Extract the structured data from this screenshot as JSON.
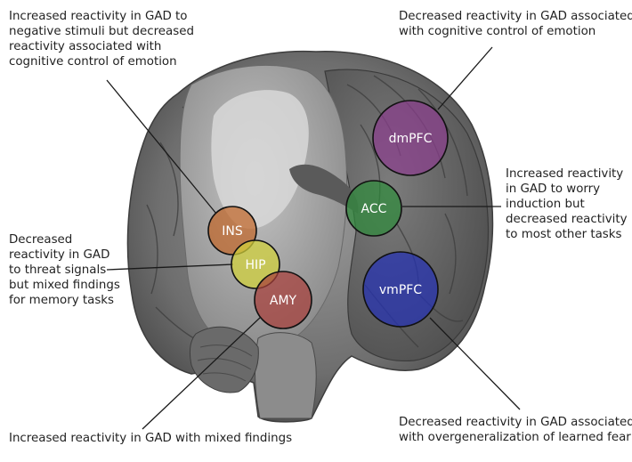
{
  "regions": [
    {
      "id": "dmpfc",
      "label": "dmPFC",
      "color": "#8b3f8e"
    },
    {
      "id": "acc",
      "label": "ACC",
      "color": "#2f8a3b"
    },
    {
      "id": "ins",
      "label": "INS",
      "color": "#c0662a"
    },
    {
      "id": "hip",
      "label": "HIP",
      "color": "#d2d23a"
    },
    {
      "id": "amy",
      "label": "AMY",
      "color": "#a8403c"
    },
    {
      "id": "vmpfc",
      "label": "vmPFC",
      "color": "#2632b4"
    }
  ],
  "annotations": {
    "ins": "Increased reactivity in GAD to\nnegative stimuli but decreased\nreactivity associated with\ncognitive control of emotion",
    "dmpfc": "Decreased reactivity in GAD associated\nwith cognitive control of emotion",
    "acc": "Increased reactivity\nin GAD to worry\ninduction but\ndecreased reactivity\nto most other tasks",
    "hip": "Decreased\nreactivity in GAD\nto threat signals\nbut mixed findings\nfor memory tasks",
    "amy": "Increased reactivity in GAD with mixed findings",
    "vmpfc": "Decreased reactivity in GAD associated\nwith overgeneralization of learned fear"
  }
}
